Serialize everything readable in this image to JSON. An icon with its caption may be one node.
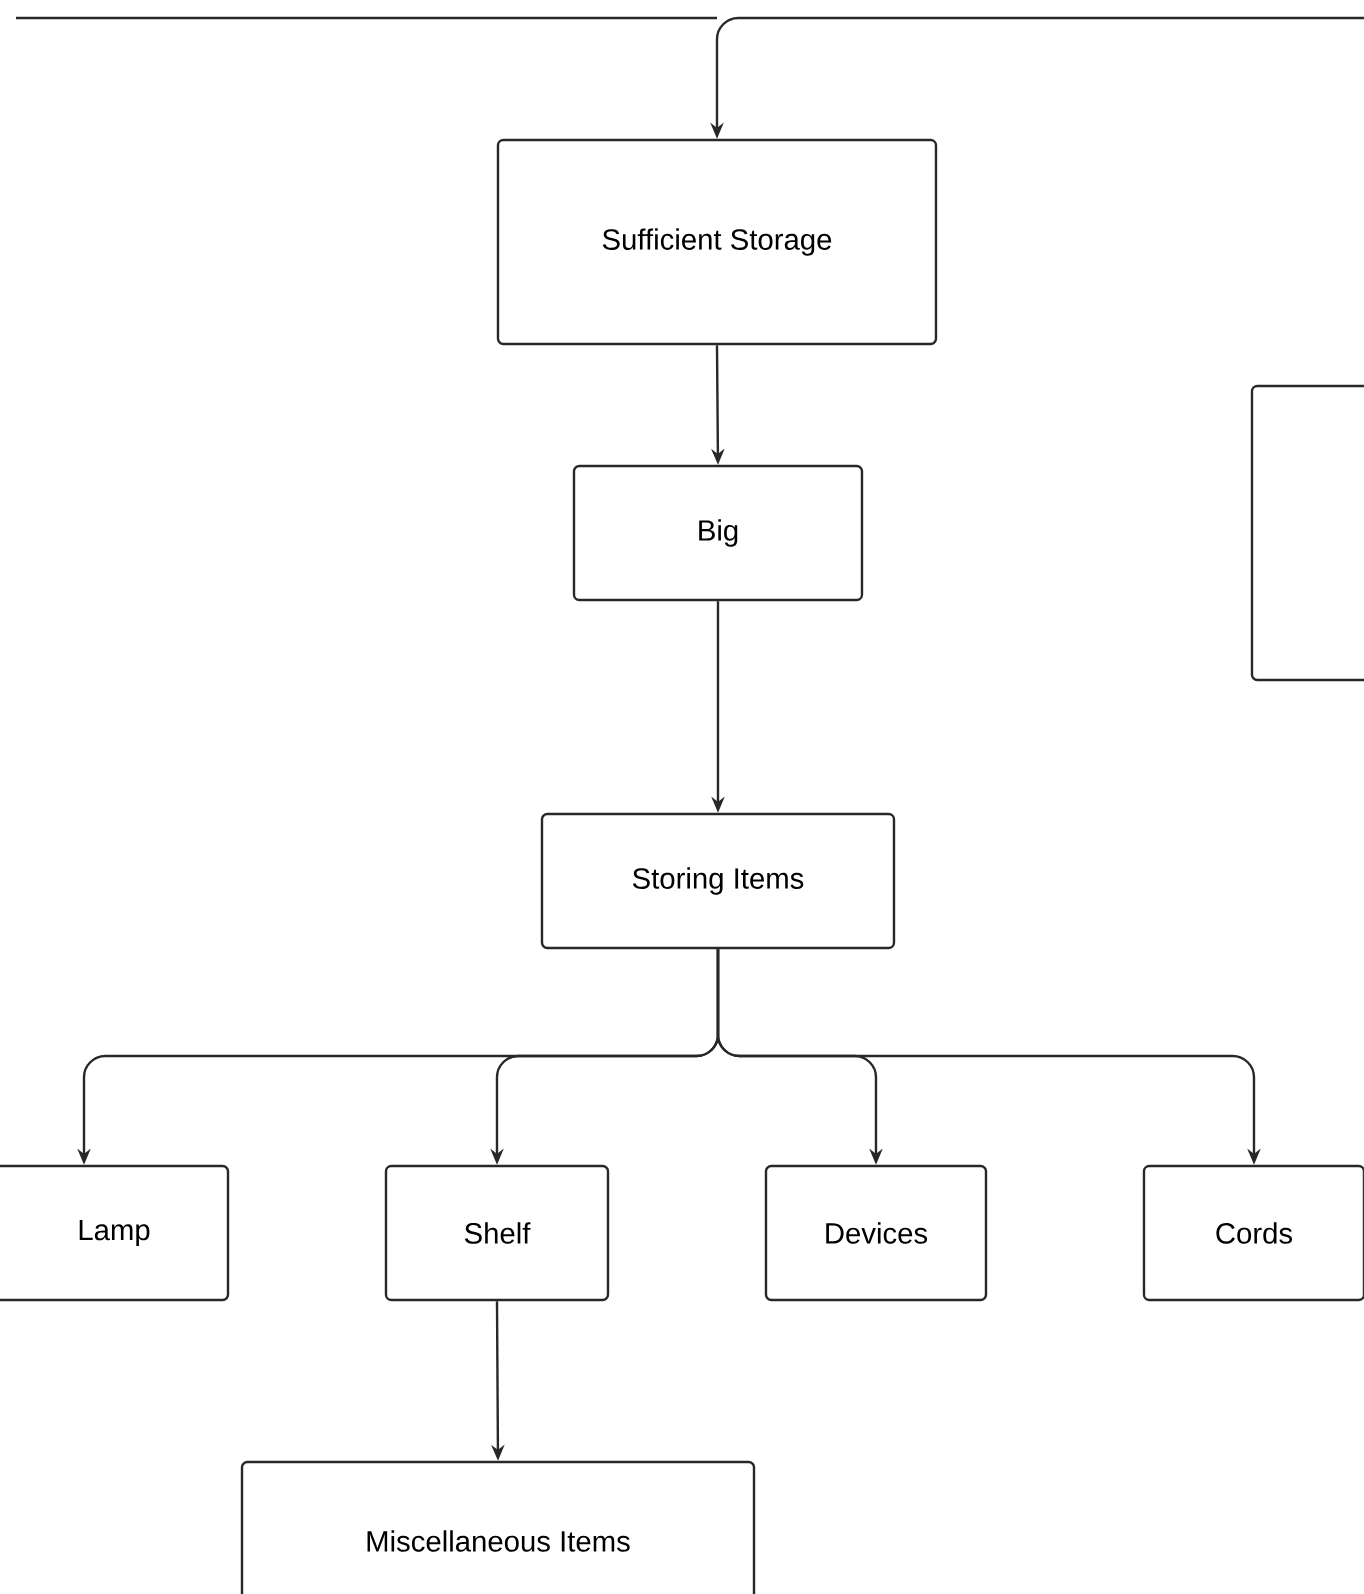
{
  "diagram": {
    "nodes": [
      {
        "text": [
          "Sufficient Storage"
        ]
      },
      {
        "text": [
          "Big"
        ]
      },
      {
        "text": [
          "Storing Items"
        ]
      },
      {
        "text": [
          "Lamp"
        ]
      },
      {
        "text": [
          "Shelf"
        ]
      },
      {
        "text": [
          "Devices"
        ]
      },
      {
        "text": [
          "Cords"
        ]
      },
      {
        "text": [
          "Miscellaneous Items"
        ]
      },
      {
        "text": [],
        "shape": "box"
      }
    ],
    "edges": [
      {
        "from": null,
        "to": 0,
        "arrow": "to"
      },
      {
        "from": 0,
        "to": 1,
        "arrow": "to"
      },
      {
        "from": 1,
        "to": 2,
        "arrow": "to"
      },
      {
        "from": 2,
        "to": 3,
        "arrow": "to"
      },
      {
        "from": 2,
        "to": 4,
        "arrow": "to"
      },
      {
        "from": 2,
        "to": 5,
        "arrow": "to"
      },
      {
        "from": 2,
        "to": 6,
        "arrow": "to"
      },
      {
        "from": 4,
        "to": 7,
        "arrow": "to"
      }
    ]
  }
}
